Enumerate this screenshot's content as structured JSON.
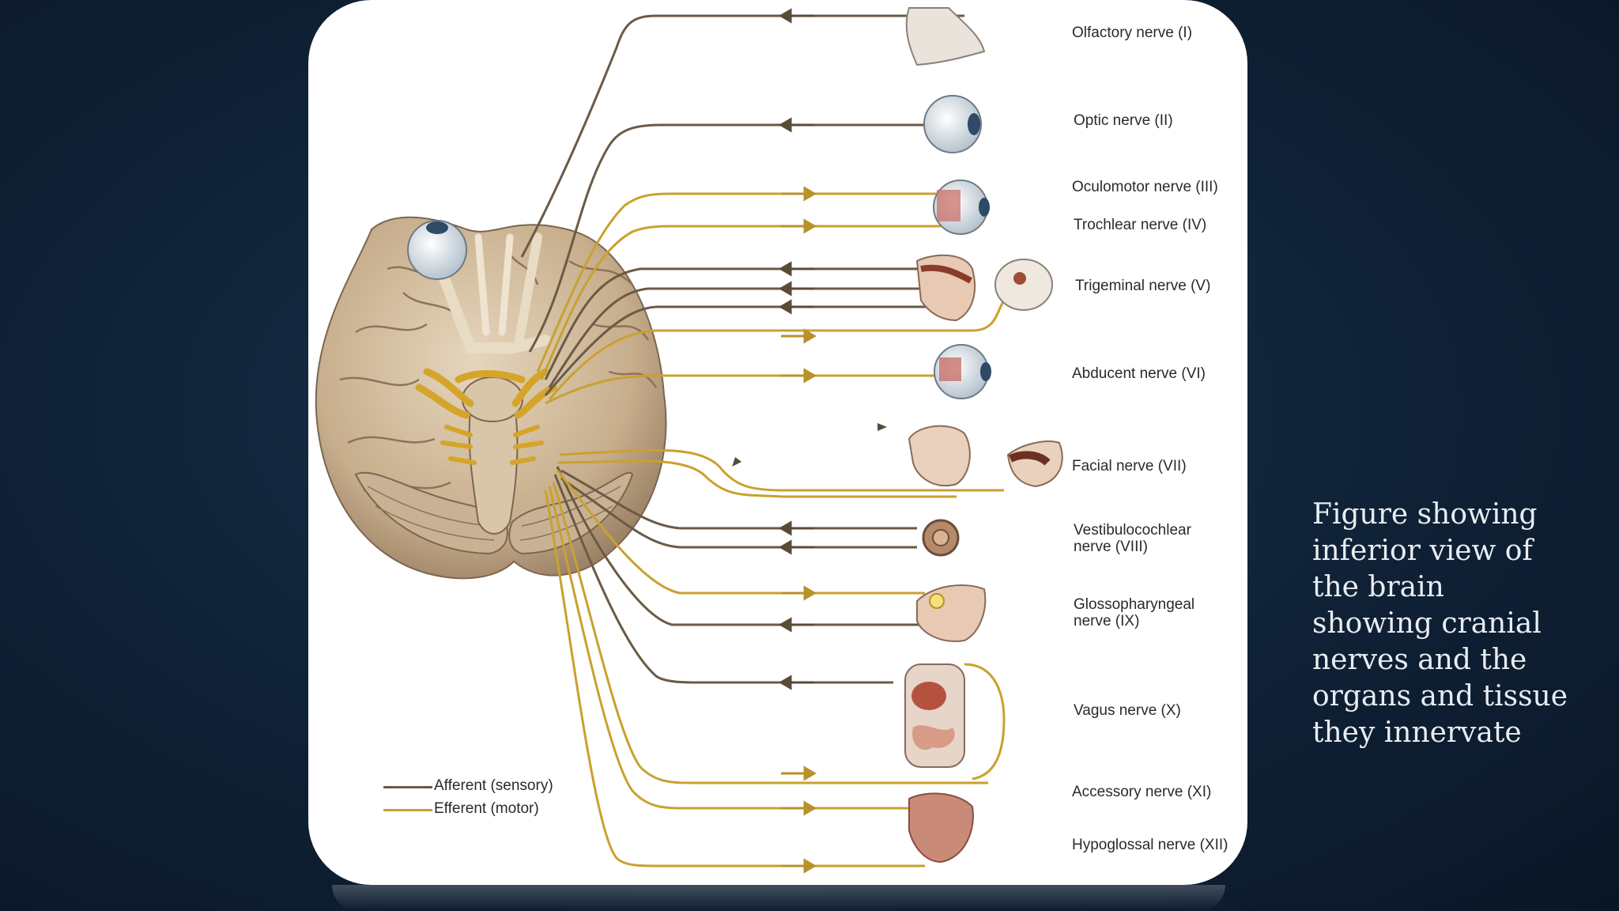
{
  "slide": {
    "caption": "Figure showing inferior view of the brain showing cranial nerves and the organs and tissue they innervate"
  },
  "diagram": {
    "nerves": [
      {
        "label": "Olfactory nerve (I)"
      },
      {
        "label": "Optic nerve (II)"
      },
      {
        "label": "Oculomotor nerve (III)"
      },
      {
        "label": "Trochlear nerve (IV)"
      },
      {
        "label": "Trigeminal nerve (V)"
      },
      {
        "label": "Abducent nerve (VI)"
      },
      {
        "label": "Facial nerve (VII)"
      },
      {
        "label": "Vestibulocochlear\nnerve (VIII)"
      },
      {
        "label": "Glossopharyngeal\nnerve (IX)"
      },
      {
        "label": "Vagus nerve (X)"
      },
      {
        "label": "Accessory nerve (XI)"
      },
      {
        "label": "Hypoglossal nerve (XII)"
      }
    ],
    "legend": {
      "afferent": "Afferent (sensory)",
      "efferent": "Efferent (motor)"
    }
  },
  "colors": {
    "afferent": "#6b5a45",
    "efferent": "#c9a12f",
    "background": "#0f2236",
    "card": "#ffffff"
  }
}
